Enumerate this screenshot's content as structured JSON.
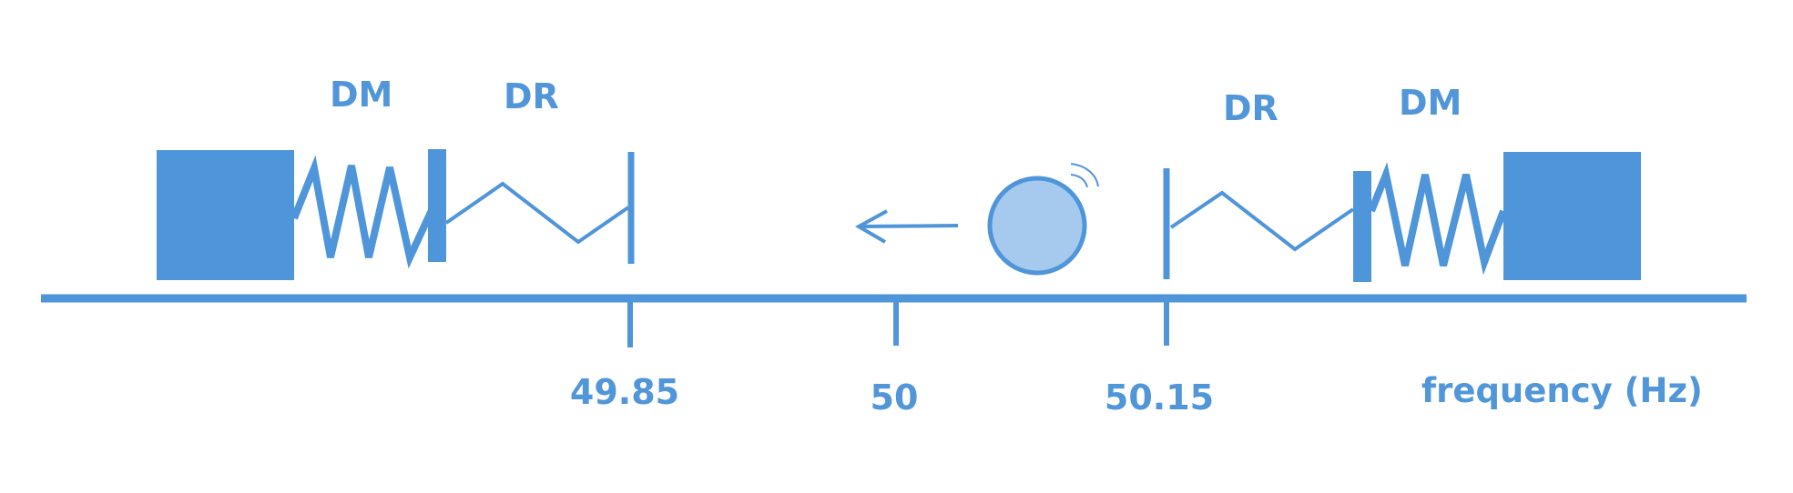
{
  "colors": {
    "primary": "#4f95da",
    "ball_fill": "#a6c9ee"
  },
  "left_group": {
    "dm_label": "DM",
    "dr_label": "DR"
  },
  "right_group": {
    "dm_label": "DM",
    "dr_label": "DR"
  },
  "axis": {
    "ticks": [
      "49.85",
      "50",
      "50.15"
    ],
    "label": "frequency (Hz)"
  },
  "icons": {
    "arrow": "left-arrow-icon",
    "ball": "ball-icon",
    "motion": "motion-lines-icon"
  }
}
